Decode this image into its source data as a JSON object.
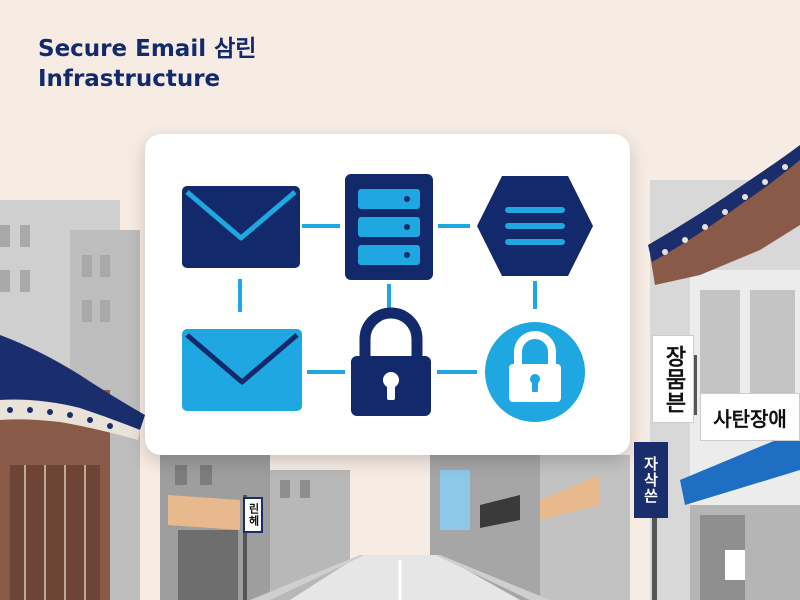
{
  "title": {
    "line1": "Secure Email 삼린",
    "line2": "Infrastructure"
  },
  "signs": {
    "left_pole": "린헤",
    "right_vertical_1": "장뭄븐",
    "right_horizontal": "사탄장애",
    "right_vertical_2": "자삭쓴"
  },
  "colors": {
    "navy": "#12296b",
    "sky": "#1ea7e0",
    "background": "#f7ece4"
  },
  "icons": [
    "envelope-icon-navy",
    "server-icon",
    "hexagon-list-icon",
    "envelope-icon-blue",
    "padlock-icon-navy",
    "padlock-circle-icon"
  ]
}
